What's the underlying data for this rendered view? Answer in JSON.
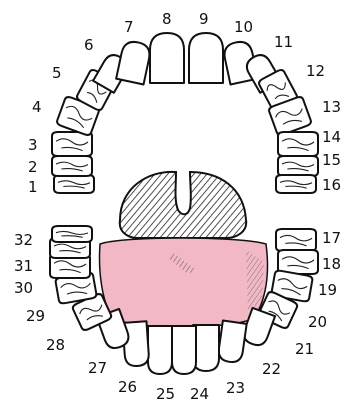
{
  "diagram": {
    "upper_numbers": [
      "1",
      "2",
      "3",
      "4",
      "5",
      "6",
      "7",
      "8",
      "9",
      "10",
      "11",
      "12",
      "13",
      "14",
      "15",
      "16"
    ],
    "lower_numbers": [
      "17",
      "18",
      "19",
      "20",
      "21",
      "22",
      "23",
      "24",
      "25",
      "26",
      "27",
      "28",
      "29",
      "30",
      "31",
      "32"
    ]
  },
  "colors": {
    "outline": "#111111",
    "tooth_fill": "#ffffff",
    "tongue": "#f2b8c6",
    "palate_hatch": "#222222",
    "background": "#ffffff"
  }
}
